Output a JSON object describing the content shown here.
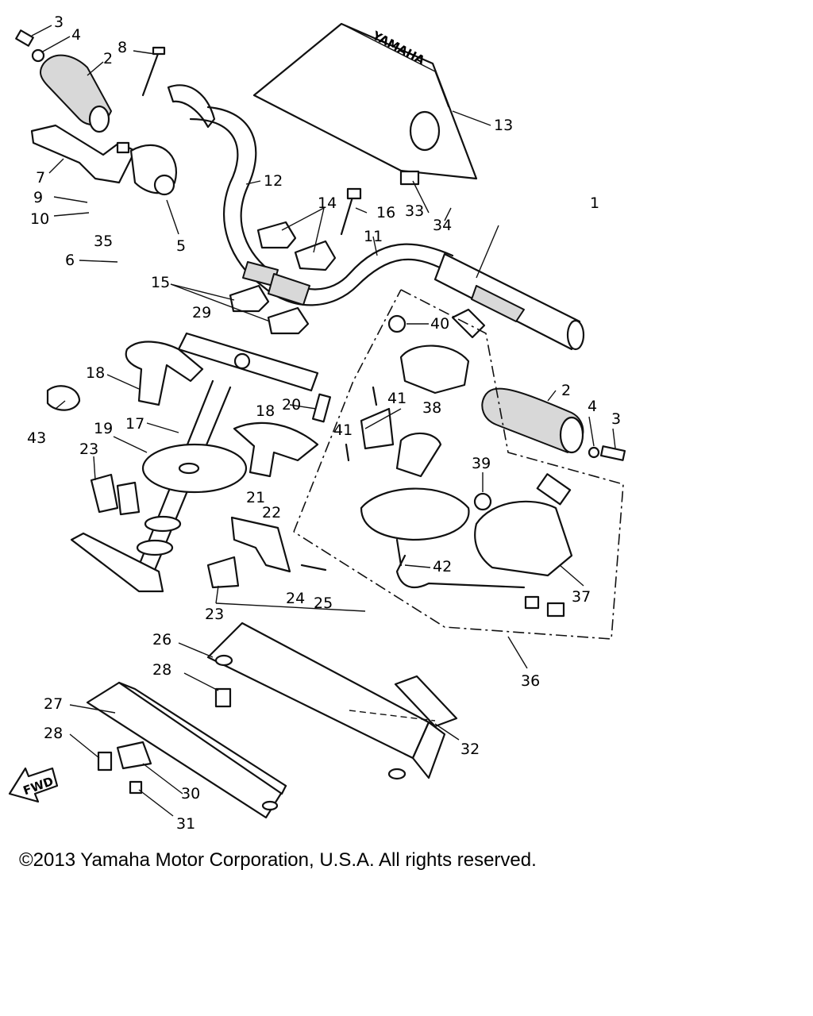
{
  "diagram": {
    "callouts": [
      "1",
      "2",
      "2",
      "3",
      "3",
      "4",
      "4",
      "5",
      "6",
      "7",
      "8",
      "9",
      "10",
      "11",
      "12",
      "13",
      "14",
      "15",
      "16",
      "17",
      "18",
      "18",
      "19",
      "20",
      "21",
      "22",
      "23",
      "23",
      "24",
      "25",
      "26",
      "27",
      "28",
      "28",
      "29",
      "30",
      "31",
      "32",
      "33",
      "34",
      "35",
      "36",
      "37",
      "38",
      "39",
      "40",
      "41",
      "41",
      "42",
      "43"
    ],
    "direction_arrow": "FWD",
    "brand_mark": "YAMAHA"
  },
  "footer": {
    "copyright": "©2013 Yamaha Motor Corporation, U.S.A. All rights reserved."
  },
  "colors": {
    "line": "#111111",
    "background": "#ffffff"
  }
}
